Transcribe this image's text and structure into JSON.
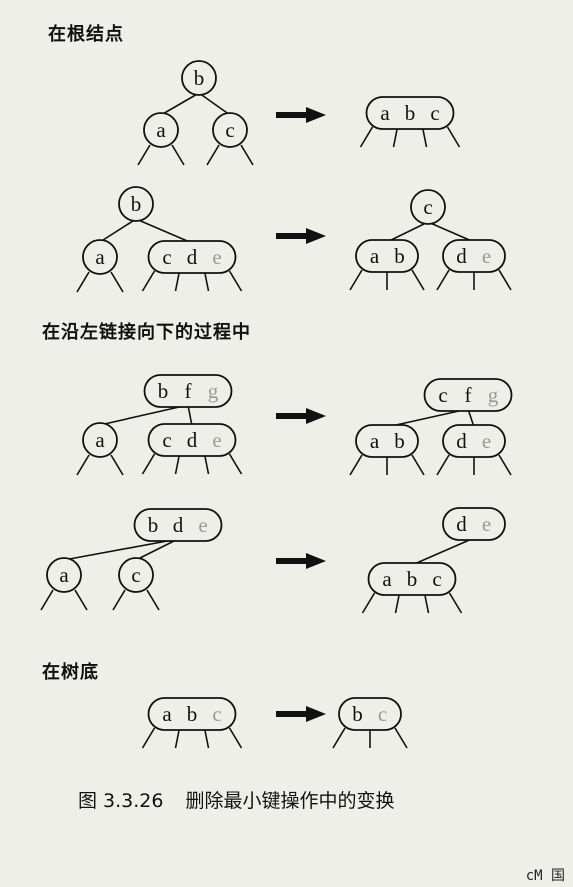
{
  "sections": [
    "在根结点",
    "在沿左链接向下的过程中",
    "在树底"
  ],
  "caption": {
    "figure_number": "图 3.3.26",
    "title": "删除最小键操作中的变换"
  },
  "corner_fragment": "cM 国",
  "colors": {
    "ink": "#111111",
    "muted_key": "#9a9a9a",
    "paper": "#efefea"
  },
  "transforms": [
    {
      "before": {
        "nodes": [
          {
            "id": "b",
            "keys": [
              {
                "k": "b"
              }
            ]
          },
          {
            "id": "a",
            "keys": [
              {
                "k": "a"
              }
            ]
          },
          {
            "id": "c",
            "keys": [
              {
                "k": "c"
              }
            ]
          }
        ],
        "edges": [
          [
            "b",
            "a"
          ],
          [
            "b",
            "c"
          ]
        ]
      },
      "after": {
        "nodes": [
          {
            "id": "abc",
            "keys": [
              {
                "k": "a"
              },
              {
                "k": "b"
              },
              {
                "k": "c"
              }
            ]
          }
        ],
        "edges": []
      }
    },
    {
      "before": {
        "nodes": [
          {
            "id": "b",
            "keys": [
              {
                "k": "b"
              }
            ]
          },
          {
            "id": "a",
            "keys": [
              {
                "k": "a"
              }
            ]
          },
          {
            "id": "cde",
            "keys": [
              {
                "k": "c"
              },
              {
                "k": "d"
              },
              {
                "k": "e",
                "muted": true
              }
            ]
          }
        ],
        "edges": [
          [
            "b",
            "a"
          ],
          [
            "b",
            "cde"
          ]
        ]
      },
      "after": {
        "nodes": [
          {
            "id": "c",
            "keys": [
              {
                "k": "c"
              }
            ]
          },
          {
            "id": "ab",
            "keys": [
              {
                "k": "a"
              },
              {
                "k": "b"
              }
            ]
          },
          {
            "id": "de",
            "keys": [
              {
                "k": "d"
              },
              {
                "k": "e",
                "muted": true
              }
            ]
          }
        ],
        "edges": [
          [
            "c",
            "ab"
          ],
          [
            "c",
            "de"
          ]
        ]
      }
    },
    {
      "before": {
        "nodes": [
          {
            "id": "bfg",
            "keys": [
              {
                "k": "b"
              },
              {
                "k": "f"
              },
              {
                "k": "g",
                "muted": true
              }
            ]
          },
          {
            "id": "a",
            "keys": [
              {
                "k": "a"
              }
            ]
          },
          {
            "id": "cde",
            "keys": [
              {
                "k": "c"
              },
              {
                "k": "d"
              },
              {
                "k": "e",
                "muted": true
              }
            ]
          }
        ],
        "edges": [
          [
            "bfg",
            "a"
          ],
          [
            "bfg",
            "cde"
          ]
        ]
      },
      "after": {
        "nodes": [
          {
            "id": "cfg",
            "keys": [
              {
                "k": "c"
              },
              {
                "k": "f"
              },
              {
                "k": "g",
                "muted": true
              }
            ]
          },
          {
            "id": "ab",
            "keys": [
              {
                "k": "a"
              },
              {
                "k": "b"
              }
            ]
          },
          {
            "id": "de",
            "keys": [
              {
                "k": "d"
              },
              {
                "k": "e",
                "muted": true
              }
            ]
          }
        ],
        "edges": [
          [
            "cfg",
            "ab"
          ],
          [
            "cfg",
            "de"
          ]
        ]
      }
    },
    {
      "before": {
        "nodes": [
          {
            "id": "bde",
            "keys": [
              {
                "k": "b"
              },
              {
                "k": "d"
              },
              {
                "k": "e",
                "muted": true
              }
            ]
          },
          {
            "id": "a",
            "keys": [
              {
                "k": "a"
              }
            ]
          },
          {
            "id": "c",
            "keys": [
              {
                "k": "c"
              }
            ]
          }
        ],
        "edges": [
          [
            "bde",
            "a"
          ],
          [
            "bde",
            "c"
          ]
        ]
      },
      "after": {
        "nodes": [
          {
            "id": "de",
            "keys": [
              {
                "k": "d"
              },
              {
                "k": "e",
                "muted": true
              }
            ]
          },
          {
            "id": "abc",
            "keys": [
              {
                "k": "a"
              },
              {
                "k": "b"
              },
              {
                "k": "c"
              }
            ]
          }
        ],
        "edges": [
          [
            "de",
            "abc"
          ]
        ]
      }
    },
    {
      "before": {
        "nodes": [
          {
            "id": "abc",
            "keys": [
              {
                "k": "a"
              },
              {
                "k": "b"
              },
              {
                "k": "c",
                "muted": true
              }
            ]
          }
        ],
        "edges": []
      },
      "after": {
        "nodes": [
          {
            "id": "bc",
            "keys": [
              {
                "k": "b"
              },
              {
                "k": "c",
                "muted": true
              }
            ]
          }
        ],
        "edges": []
      }
    }
  ]
}
